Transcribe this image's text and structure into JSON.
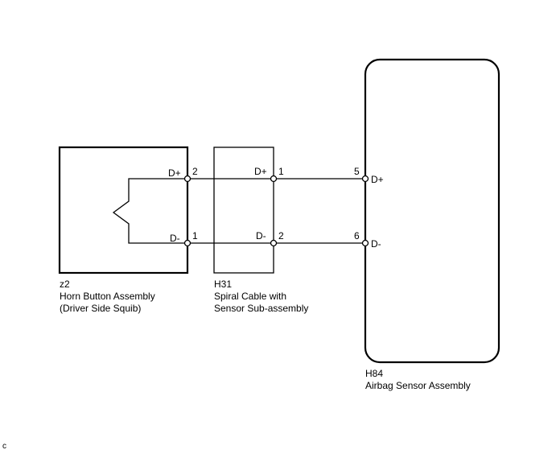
{
  "components": {
    "horn": {
      "code": "z2",
      "name_line1": "Horn Button Assembly",
      "name_line2": "(Driver Side Squib)"
    },
    "spiral": {
      "code": "H31",
      "name_line1": "Spiral Cable with",
      "name_line2": "Sensor Sub-assembly"
    },
    "airbag": {
      "code": "H84",
      "name_line1": "Airbag Sensor Assembly"
    }
  },
  "pins": {
    "horn_top_signal": "D+",
    "horn_top_num": "2",
    "horn_bot_signal": "D-",
    "horn_bot_num": "1",
    "spiral_top_signal": "D+",
    "spiral_top_num": "1",
    "spiral_bot_signal": "D-",
    "spiral_bot_num": "2",
    "airbag_top_num": "5",
    "airbag_top_signal": "D+",
    "airbag_bot_num": "6",
    "airbag_bot_signal": "D-"
  },
  "footer": {
    "code": "c"
  }
}
